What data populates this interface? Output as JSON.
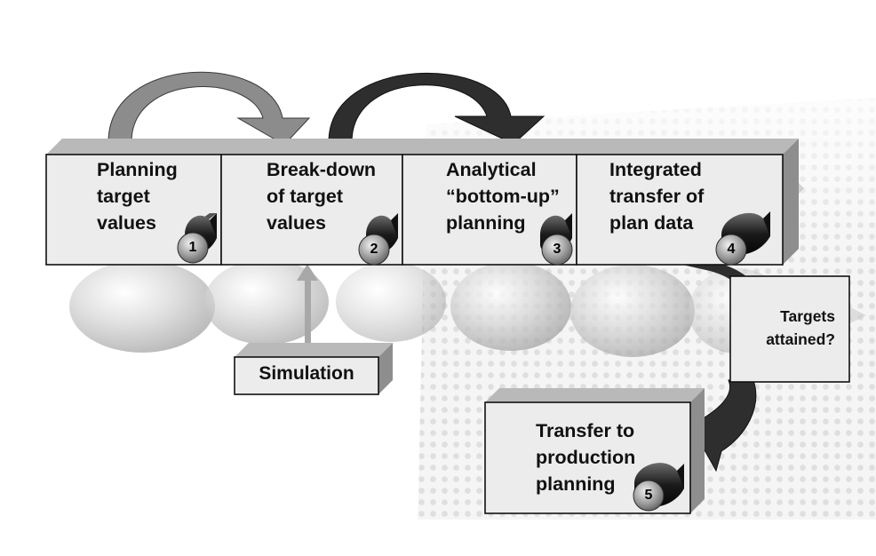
{
  "steps": [
    {
      "label": "Planning\ntarget\nvalues",
      "number": "1"
    },
    {
      "label": "Break-down\nof target\nvalues",
      "number": "2"
    },
    {
      "label": "Analytical\n“bottom-up”\nplanning",
      "number": "3"
    },
    {
      "label": "Integrated\ntransfer of\nplan data",
      "number": "4"
    },
    {
      "label": "Transfer to\nproduction\nplanning",
      "number": "5"
    }
  ],
  "simulation": {
    "label": "Simulation"
  },
  "decision": {
    "label": "Targets\nattained?"
  },
  "colors": {
    "box_fill": "#ececec",
    "box_top": "#b9b9b9",
    "box_side": "#8e8e8e",
    "arrow_light": "#8c8c8c",
    "arrow_dark": "#2e2e2e",
    "arrow_up": "#a8a8a8"
  }
}
